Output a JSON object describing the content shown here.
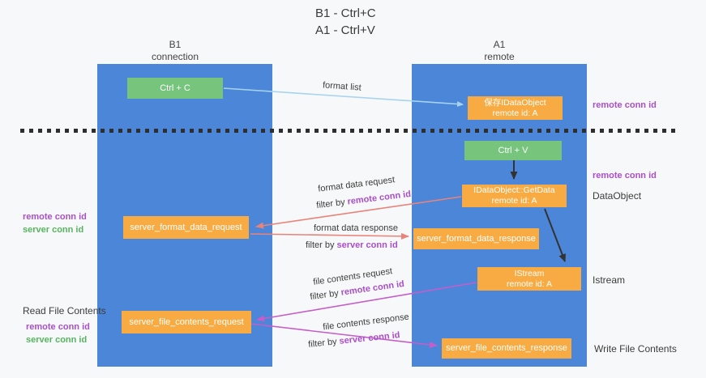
{
  "title": {
    "line1": "B1 - Ctrl+C",
    "line2": "A1 - Ctrl+V"
  },
  "lanes": {
    "left": {
      "header_top": "B1",
      "header_bottom": "connection"
    },
    "right": {
      "header_top": "A1",
      "header_bottom": "remote"
    }
  },
  "nodes": {
    "ctrl_c": {
      "label": "Ctrl + C"
    },
    "save_dataobject": {
      "line1": "保存IDataObject",
      "line2": "remote id: A"
    },
    "ctrl_v": {
      "label": "Ctrl + V"
    },
    "getdata": {
      "line1": "IDataObject::GetData",
      "line2": "remote id: A"
    },
    "format_request": {
      "label": "server_format_data_request"
    },
    "format_response": {
      "label": "server_format_data_response"
    },
    "istream": {
      "line1": "IStream",
      "line2": "remote id: A"
    },
    "file_request": {
      "label": "server_file_contents_request"
    },
    "file_response": {
      "label": "server_file_contents_response"
    }
  },
  "edge_labels": {
    "format_list": "format list",
    "format_data_request": "format data request",
    "format_data_response": "format data response",
    "file_contents_request": "file contents request",
    "file_contents_response": "file contents response",
    "filter_by": "filter by",
    "remote_conn_id": "remote conn id",
    "server_conn_id": "server conn id"
  },
  "side_labels": {
    "right_top_remote_conn_id": "remote conn id",
    "right_mid_remote_conn_id": "remote conn id",
    "dataobject": "DataObject",
    "istream": "Istream",
    "write_file_contents": "Write File Contents",
    "left_remote_conn_id": "remote conn id",
    "left_server_conn_id": "server conn id",
    "read_file_contents": "Read File Contents",
    "left_bottom_remote_conn_id": "remote conn id",
    "left_bottom_server_conn_id": "server conn id"
  },
  "colors": {
    "lane_blue": "#4c86d8",
    "node_green": "#77c47d",
    "node_orange": "#f7ab42",
    "arrow_light_blue": "#a6d3ef",
    "arrow_salmon": "#e8837a",
    "arrow_magenta": "#c45ec8",
    "arrow_black": "#333333",
    "label_purple": "#a94fc8",
    "label_green": "#56b45f",
    "text_dark": "#3c3c3c",
    "background": "#f7f8f9"
  }
}
